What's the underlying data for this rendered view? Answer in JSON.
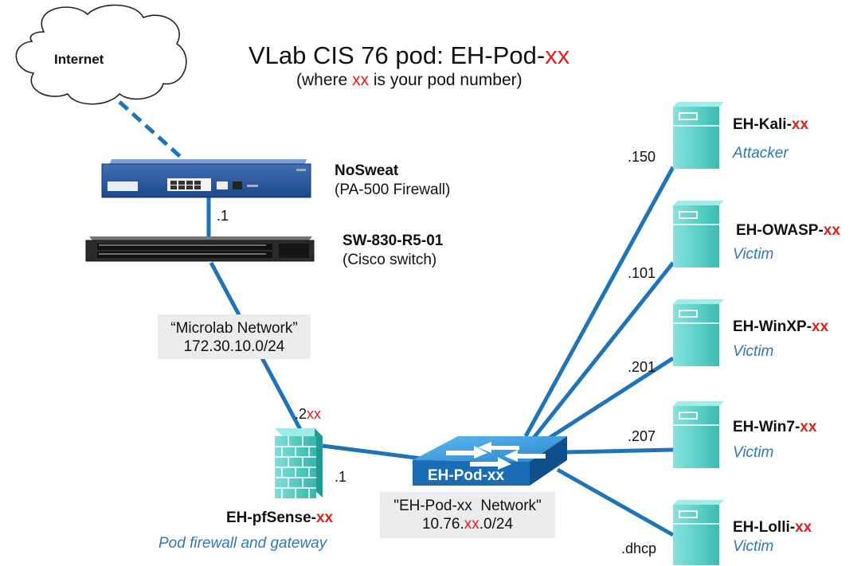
{
  "title": {
    "prefix": "VLab CIS 76 pod: EH-Pod-",
    "suffix": "xx"
  },
  "subtitle": {
    "prefix": "(where ",
    "highlight": "xx",
    "suffix": " is your pod number)"
  },
  "internet": {
    "label": "Internet"
  },
  "firewall_device": {
    "name": "NoSweat",
    "desc": "(PA-500 Firewall)",
    "ip": ".1"
  },
  "switch_device": {
    "name": "SW-830-R5-01",
    "desc": "(Cisco switch)"
  },
  "microlab_network": {
    "line1": "“Microlab Network”",
    "line2": "172.30.10.0/24"
  },
  "pfsense": {
    "name_prefix": "EH-pfSense-",
    "name_suffix": "xx",
    "role": "Pod firewall and gateway",
    "ip_outer_prefix": ".2",
    "ip_outer_suffix": "xx",
    "ip_inner": ".1"
  },
  "pod_switch": {
    "label": "EH-Pod-xx"
  },
  "pod_network": {
    "line1": "\"EH-Pod-xx  Network\"",
    "line2_prefix": "10.76.",
    "line2_highlight": "xx",
    "line2_suffix": ".0/24"
  },
  "hosts": [
    {
      "name_prefix": "EH-Kali-",
      "name_suffix": "xx",
      "role": "Attacker",
      "ip": ".150"
    },
    {
      "name_prefix": "EH-OWASP-",
      "name_suffix": "xx",
      "role": "Victim",
      "ip": ".101"
    },
    {
      "name_prefix": "EH-WinXP-",
      "name_suffix": "xx",
      "role": "Victim",
      "ip": ".201"
    },
    {
      "name_prefix": "EH-Win7-",
      "name_suffix": "xx",
      "role": "Victim",
      "ip": ".207"
    },
    {
      "name_prefix": "EH-Lolli-",
      "name_suffix": "xx",
      "role": "Victim",
      "ip": ".dhcp"
    }
  ],
  "colors": {
    "link": "#1f74b8",
    "accent_red": "#e0201b",
    "server": "#5fd1c9",
    "server_dark": "#2aa39b",
    "role_text": "#2f78b5",
    "netbox_bg": "#ececec"
  }
}
